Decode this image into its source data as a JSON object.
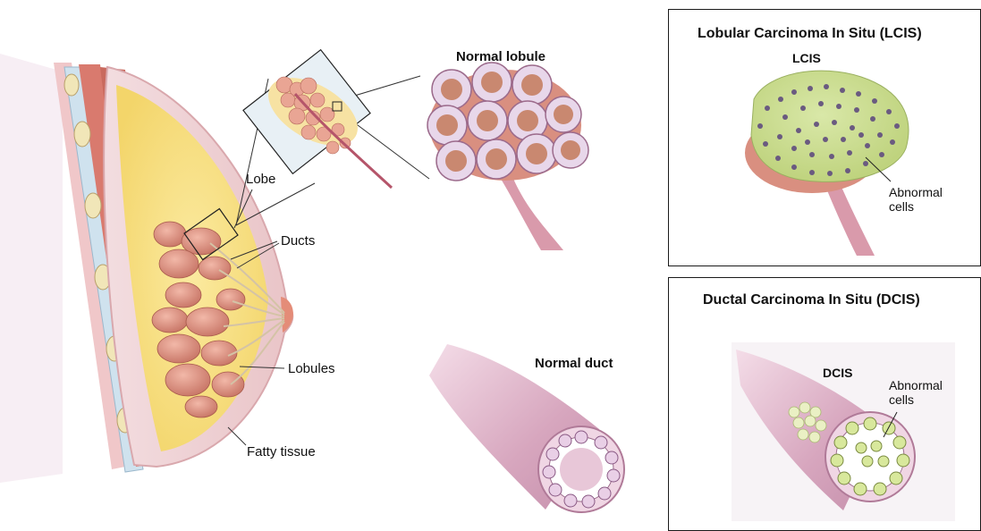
{
  "anatomy": {
    "lobe": "Lobe",
    "ducts": "Ducts",
    "lobules": "Lobules",
    "fatty_tissue": "Fatty tissue",
    "normal_lobule": "Normal lobule",
    "normal_duct": "Normal duct"
  },
  "lcis_panel": {
    "title": "Lobular Carcinoma In Situ (LCIS)",
    "tag": "LCIS",
    "callout": "Abnormal\ncells"
  },
  "dcis_panel": {
    "title": "Ductal Carcinoma In Situ (DCIS)",
    "tag": "DCIS",
    "callout": "Abnormal\ncells"
  }
}
